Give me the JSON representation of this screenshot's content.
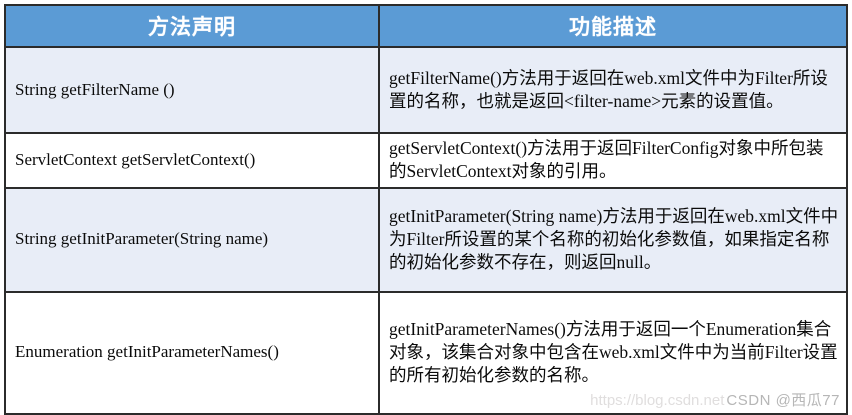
{
  "table": {
    "headers": [
      {
        "label": "方法声明"
      },
      {
        "label": "功能描述"
      }
    ],
    "rows": [
      {
        "declaration": "String getFilterName ()",
        "description": "getFilterName()方法用于返回在web.xml文件中为Filter所设置的名称，也就是返回<filter-name>元素的设置值。",
        "shaded": true
      },
      {
        "declaration": "ServletContext getServletContext()",
        "description": "getServletContext()方法用于返回FilterConfig对象中所包装的ServletContext对象的引用。",
        "shaded": false
      },
      {
        "declaration": "String getInitParameter(String name)",
        "description": "getInitParameter(String name)方法用于返回在web.xml文件中为Filter所设置的某个名称的初始化参数值，如果指定名称的初始化参数不存在，则返回null。",
        "shaded": true
      },
      {
        "declaration": "Enumeration getInitParameterNames()",
        "description": "getInitParameterNames()方法用于返回一个Enumeration集合对象，该集合对象中包含在web.xml文件中为当前Filter设置的所有初始化参数的名称。",
        "shaded": false
      }
    ]
  },
  "watermark": {
    "url_text": "https://blog.csdn.net",
    "brand_text": "CSDN @西瓜77"
  },
  "colors": {
    "header_background": "#5B9BD5",
    "header_text": "#FFFFFF",
    "shaded_row_background": "#E8EDF7",
    "plain_row_background": "#FFFFFF",
    "border": "#2B2B2B",
    "body_text": "#0B0B0B",
    "watermark_text": "#B9B9B9"
  }
}
